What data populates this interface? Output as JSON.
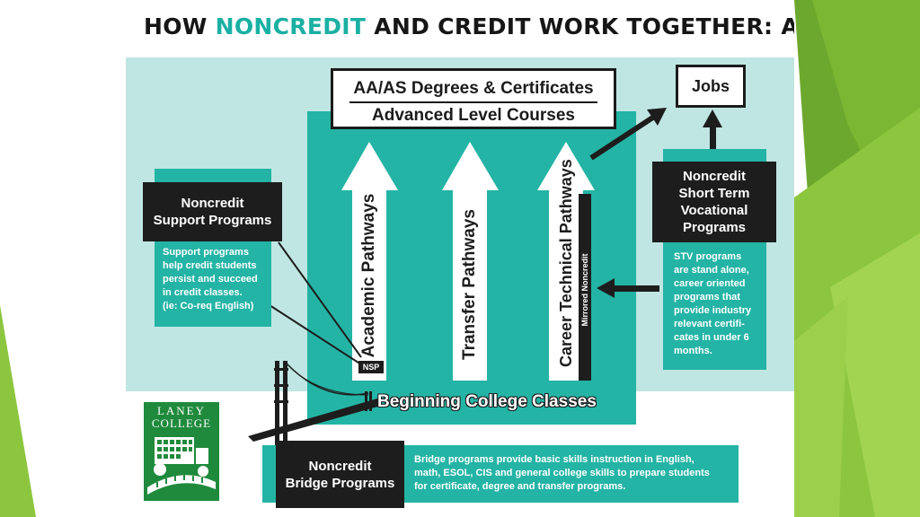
{
  "title": {
    "part1": "HOW ",
    "part2": "NONCREDIT",
    "part3": " AND CREDIT WORK TOGETHER: A MODEL"
  },
  "degrees_box": {
    "line1": "AA/AS Degrees & Certificates",
    "line2": "Advanced Level Courses"
  },
  "jobs_box": {
    "label": "Jobs"
  },
  "pathways": {
    "academic": "Academic Pathways",
    "transfer": "Transfer Pathways",
    "career": "Career Technical Pathways",
    "mirrored": "Mirrored Noncredit",
    "nsp": "NSP"
  },
  "beginning": {
    "label": "Beginning College Classes"
  },
  "support": {
    "heading_line1": "Noncredit",
    "heading_line2": "Support Programs",
    "desc_lines": [
      "Support programs",
      "help credit students",
      "persist and succeed",
      "in credit classes.",
      "(ie: Co-req English)"
    ]
  },
  "stv": {
    "heading_lines": [
      "Noncredit",
      "Short Term",
      "Vocational",
      "Programs"
    ],
    "desc_lines": [
      "STV programs",
      "are stand alone,",
      "career oriented",
      "programs that",
      "provide industry",
      "relevant certifi-",
      "cates in under 6",
      "months."
    ]
  },
  "bridge": {
    "heading_line1": "Noncredit",
    "heading_line2": "Bridge Programs",
    "desc_lines": [
      "Bridge programs provide basic skills instruction in English,",
      "math, ESOL, CIS and general college skills to prepare students",
      "for certificate, degree and transfer programs."
    ]
  },
  "logo": {
    "line1": "LANEY",
    "line2": "COLLEGE"
  },
  "colors": {
    "teal": "#24b4a5",
    "light_teal": "#bfe6e2",
    "dark": "#1d1d1d",
    "green": "#8cc63f",
    "logo_green": "#1f8a3c"
  }
}
